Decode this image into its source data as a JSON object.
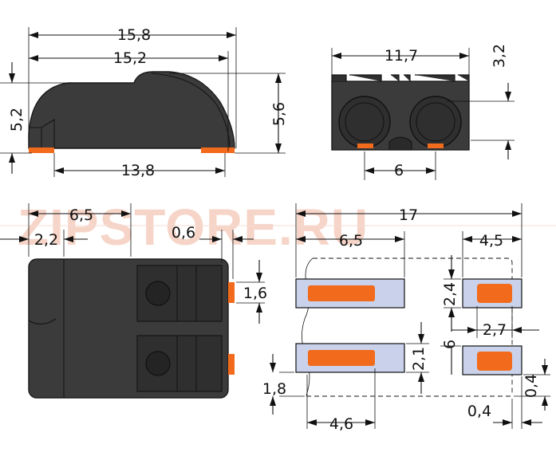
{
  "watermark": "ZIPSTORE.RU",
  "colors": {
    "housing": "#3b3b3b",
    "contact": "#f26a1b",
    "pad": "#c9d2ea",
    "watermark": "#f6d5c8"
  },
  "side_view": {
    "overall_length": "15,8",
    "upper_length": "15,2",
    "height_left": "5,2",
    "height_total": "5,6",
    "base_length": "13,8"
  },
  "front_view": {
    "width": "11,7",
    "top_offset": "3,2",
    "pitch": "6"
  },
  "top_view": {
    "length": "6,5",
    "first_offset": "2,2",
    "gap": "0,6",
    "pin_width": "1,6"
  },
  "footprint": {
    "total": "17",
    "pad_span": "6,5",
    "right_span": "4,5",
    "pad_height": "2,4",
    "pad_width": "2,7",
    "pitch": "6",
    "left_pad_height": "2,1",
    "offset_left": "1,8",
    "left_length": "4,6",
    "clearance_bottom": "0,4",
    "clearance_side": "0,4"
  }
}
